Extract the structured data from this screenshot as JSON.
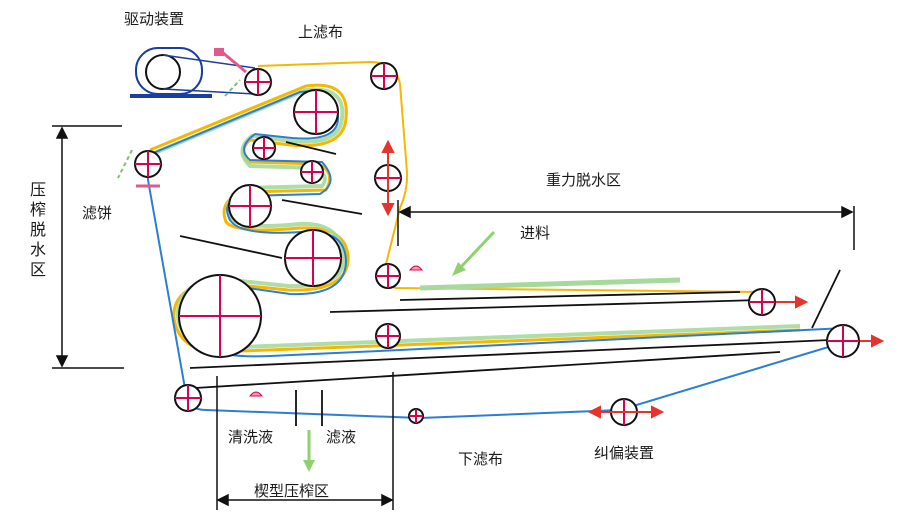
{
  "labels": {
    "drive_unit": "驱动装置",
    "upper_belt": "上滤布",
    "gravity_zone": "重力脱水区",
    "feed": "进料",
    "press_zone": "压榨脱水区",
    "filter_cake": "滤饼",
    "wash_liquid": "清洗液",
    "filtrate": "滤液",
    "lower_belt": "下滤布",
    "tracking_device": "纠偏装置",
    "wedge_zone": "楔型压榨区"
  },
  "colors": {
    "upper_belt": "#f5b800",
    "lower_belt": "#2a7fd4",
    "cake": "#a6d99b",
    "roller_cross": "#d9004f",
    "arrow": "#e8332c",
    "frame": "#111111",
    "feed_arrow": "#8fd16f"
  }
}
